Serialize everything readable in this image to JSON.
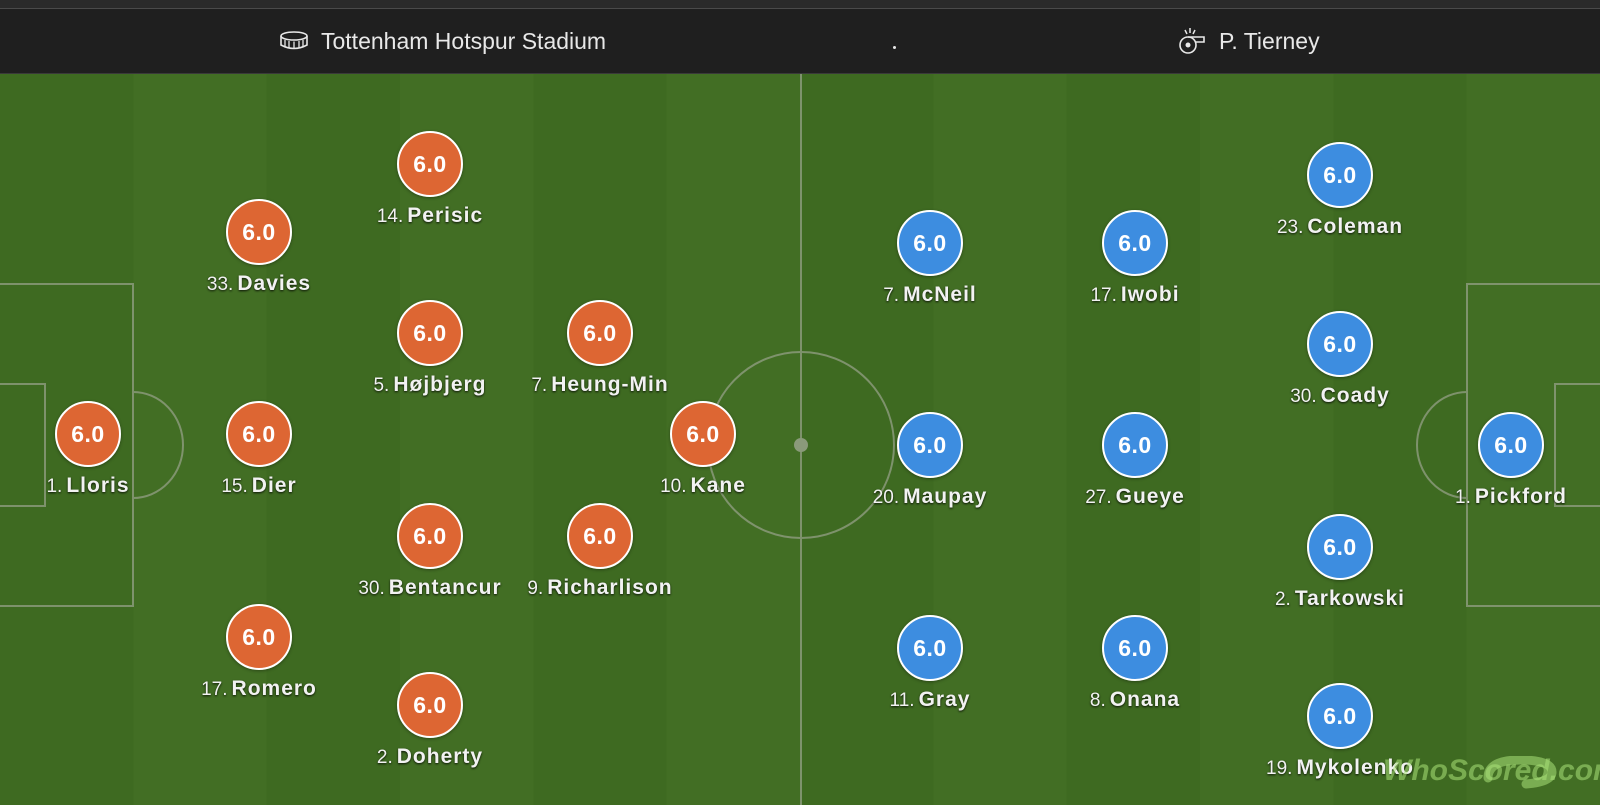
{
  "header": {
    "venue": "Tottenham Hotspur Stadium",
    "venue_icon": "stadium-icon",
    "separator": "·",
    "referee": "P. Tierney",
    "referee_icon": "whistle-icon"
  },
  "colors": {
    "home": "#dd6633",
    "away": "#3d8de0",
    "pitch": "#3e6a21"
  },
  "home": {
    "players": [
      {
        "num": "1.",
        "name": "Lloris",
        "rating": "6.0"
      },
      {
        "num": "33.",
        "name": "Davies",
        "rating": "6.0"
      },
      {
        "num": "15.",
        "name": "Dier",
        "rating": "6.0"
      },
      {
        "num": "17.",
        "name": "Romero",
        "rating": "6.0"
      },
      {
        "num": "14.",
        "name": "Perisic",
        "rating": "6.0"
      },
      {
        "num": "5.",
        "name": "Højbjerg",
        "rating": "6.0"
      },
      {
        "num": "30.",
        "name": "Bentancur",
        "rating": "6.0"
      },
      {
        "num": "2.",
        "name": "Doherty",
        "rating": "6.0"
      },
      {
        "num": "7.",
        "name": "Heung-Min",
        "rating": "6.0"
      },
      {
        "num": "9.",
        "name": "Richarlison",
        "rating": "6.0"
      },
      {
        "num": "10.",
        "name": "Kane",
        "rating": "6.0"
      }
    ]
  },
  "away": {
    "players": [
      {
        "num": "7.",
        "name": "McNeil",
        "rating": "6.0"
      },
      {
        "num": "20.",
        "name": "Maupay",
        "rating": "6.0"
      },
      {
        "num": "11.",
        "name": "Gray",
        "rating": "6.0"
      },
      {
        "num": "17.",
        "name": "Iwobi",
        "rating": "6.0"
      },
      {
        "num": "27.",
        "name": "Gueye",
        "rating": "6.0"
      },
      {
        "num": "8.",
        "name": "Onana",
        "rating": "6.0"
      },
      {
        "num": "23.",
        "name": "Coleman",
        "rating": "6.0"
      },
      {
        "num": "30.",
        "name": "Coady",
        "rating": "6.0"
      },
      {
        "num": "2.",
        "name": "Tarkowski",
        "rating": "6.0"
      },
      {
        "num": "19.",
        "name": "Mykolenko",
        "rating": "6.0"
      },
      {
        "num": "1.",
        "name": "Pickford",
        "rating": "6.0"
      }
    ]
  },
  "watermark": "WhoScored.com"
}
